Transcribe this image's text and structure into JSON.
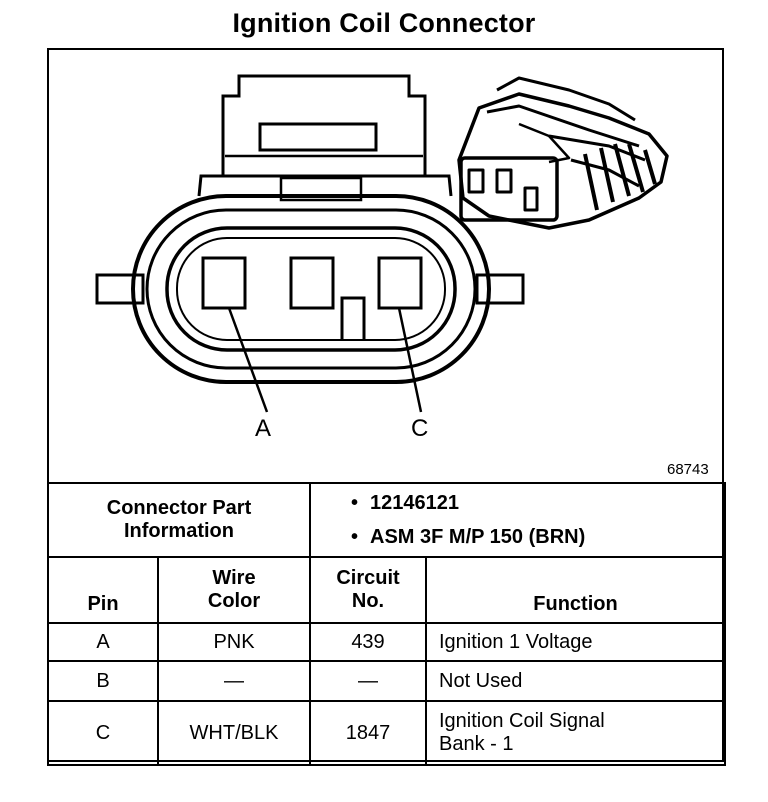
{
  "title": "Ignition Coil Connector",
  "figure_number": "68743",
  "pin_callouts": [
    "A",
    "C"
  ],
  "part_info": {
    "label_line1": "Connector Part",
    "label_line2": "Information",
    "items": [
      "12146121",
      "ASM 3F M/P 150 (BRN)"
    ]
  },
  "headers": {
    "pin": "Pin",
    "wire_color_line1": "Wire",
    "wire_color_line2": "Color",
    "circuit_line1": "Circuit",
    "circuit_line2": "No.",
    "function": "Function"
  },
  "rows": [
    {
      "pin": "A",
      "wire_color": "PNK",
      "circuit": "439",
      "function_line1": "Ignition 1 Voltage",
      "function_line2": ""
    },
    {
      "pin": "B",
      "wire_color": "—",
      "circuit": "—",
      "function_line1": "Not Used",
      "function_line2": ""
    },
    {
      "pin": "C",
      "wire_color": "WHT/BLK",
      "circuit": "1847",
      "function_line1": "Ignition Coil Signal",
      "function_line2": "Bank - 1"
    }
  ]
}
